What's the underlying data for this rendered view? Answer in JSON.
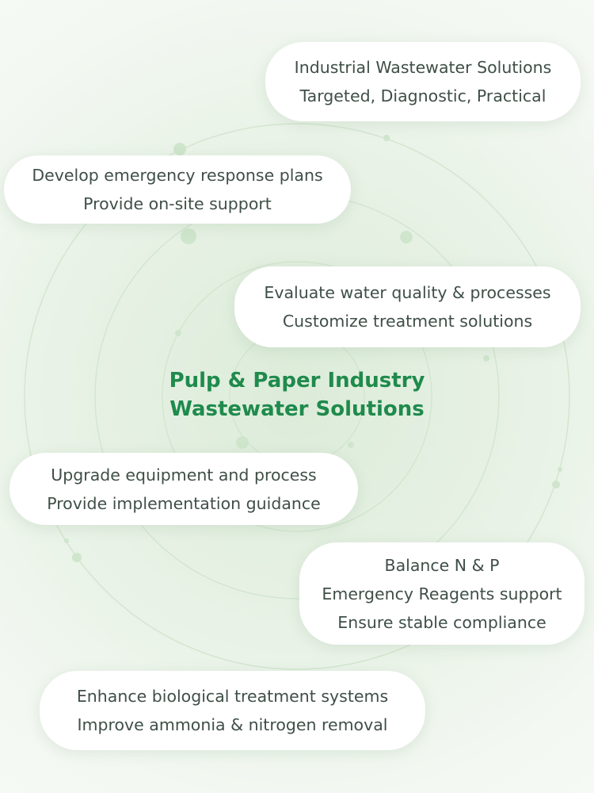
{
  "title": {
    "line1": "Pulp & Paper Industry",
    "line2": "Wastewater Solutions"
  },
  "colors": {
    "accent": "#1f8a4c",
    "text": "#3f4f47"
  },
  "cards": [
    {
      "lines": [
        "Industrial Wastewater Solutions",
        "Targeted, Diagnostic, Practical"
      ]
    },
    {
      "lines": [
        "Develop emergency response plans",
        "Provide on-site support"
      ]
    },
    {
      "lines": [
        "Evaluate water quality & processes",
        "Customize treatment solutions"
      ]
    },
    {
      "lines": [
        "Upgrade equipment and process",
        "Provide implementation guidance"
      ]
    },
    {
      "lines": [
        "Balance N & P",
        "Emergency Reagents support",
        "Ensure stable compliance"
      ]
    },
    {
      "lines": [
        "Enhance biological treatment systems",
        "Improve ammonia & nitrogen removal"
      ]
    }
  ]
}
